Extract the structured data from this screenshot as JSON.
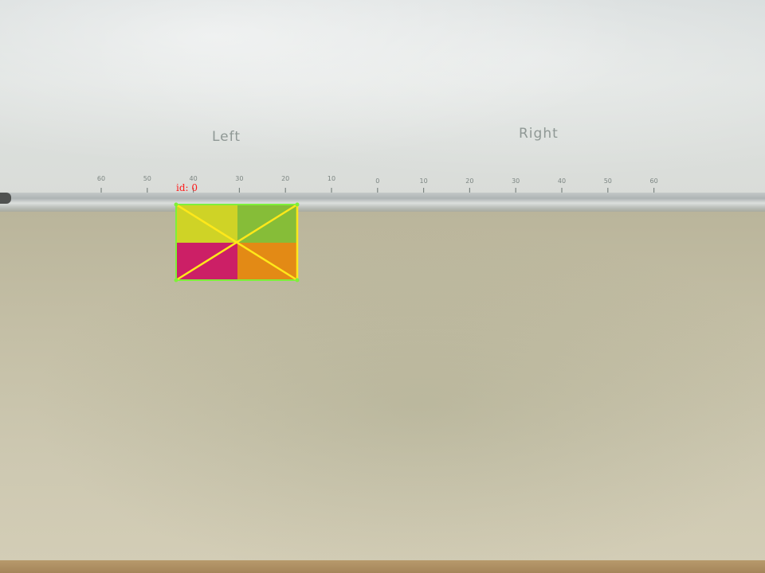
{
  "board": {
    "label_left": "Left",
    "label_right": "Right",
    "ruler_ticks": [
      "60",
      "50",
      "40",
      "30",
      "20",
      "10",
      "0",
      "10",
      "20",
      "30",
      "40",
      "50",
      "60"
    ]
  },
  "marker": {
    "id_label": "id: 0",
    "quadrant_colors": {
      "top_left": "#cfd326",
      "top_right": "#86bd38",
      "bottom_left": "#cc1f66",
      "bottom_right": "#e38a15"
    },
    "outline_color": "#7ef03a",
    "diagonal_color": "#ffe81a",
    "id_color": "#ff1a1a"
  }
}
